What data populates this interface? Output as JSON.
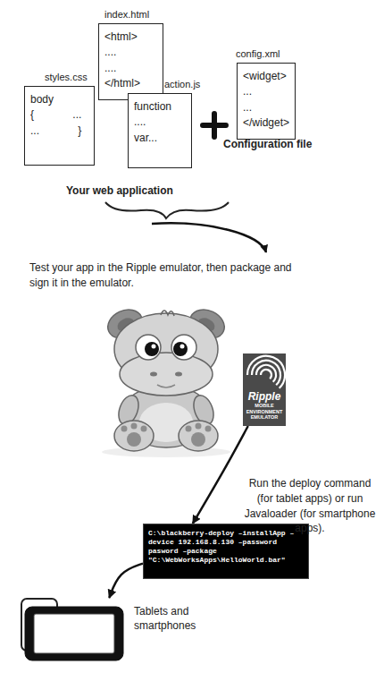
{
  "diagram": {
    "nodes": [
      {
        "text": [
          "index.html",
          "<html> .... .... </html>"
        ]
      },
      {
        "text": [
          "styles.css",
          "body { ... ... }"
        ]
      },
      {
        "text": [
          "action.js",
          "function .... var..."
        ]
      },
      {
        "text": [
          "config.xml",
          "<widget> ... ... </widget>"
        ]
      },
      {
        "text": [
          "Ripple",
          "MOBILE ENVIRONMENT EMULATOR"
        ]
      },
      {
        "text": [
          "C:\\blackberry-deploy –installApp –device 192.168.8.130 –password pasword –package \"C:\\WebWorksApps\\HelloWorld.bar\""
        ]
      },
      {
        "text": [
          "Tablets and smartphones"
        ]
      }
    ],
    "edges": [
      {
        "from": 4,
        "to": 5,
        "arrow": "to"
      },
      {
        "from": 5,
        "to": 6,
        "arrow": "to"
      }
    ],
    "labels": [
      "Configuration file",
      "Your web application",
      "Test your app in the Ripple emulator, then package and sign it in the emulator.",
      "Run the deploy command (for tablet apps) or run Javaloader (for smartphone apps)."
    ]
  }
}
